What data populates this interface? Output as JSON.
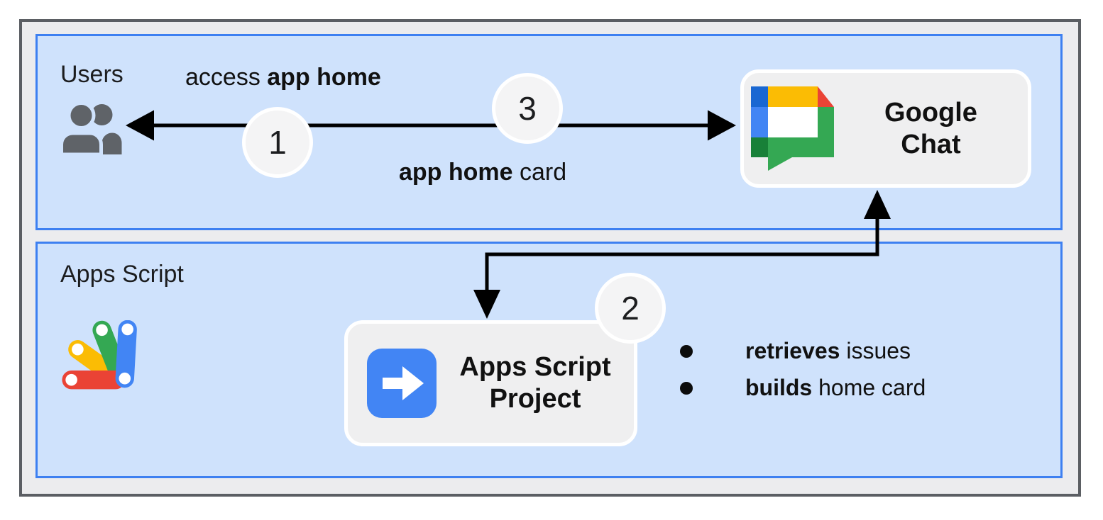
{
  "bands": {
    "users": {
      "label": "Users"
    },
    "apps_script": {
      "label": "Apps Script"
    }
  },
  "nodes": {
    "google_chat": {
      "label": "Google Chat"
    },
    "apps_script_project": {
      "label": "Apps Script Project"
    }
  },
  "edges": {
    "access": {
      "regular": "access ",
      "bold": "app home"
    },
    "card": {
      "bold": "app home",
      "regular": " card"
    }
  },
  "steps": {
    "one": "1",
    "two": "2",
    "three": "3"
  },
  "bullets": [
    {
      "bold": "retrieves",
      "regular": " issues"
    },
    {
      "bold": "builds",
      "regular": " home card"
    }
  ],
  "icons": {
    "users": "people-icon",
    "google_chat": "google-chat-logo",
    "apps_script": "apps-script-logo",
    "apps_script_project": "blue-right-arrow-icon"
  },
  "colors": {
    "band_fill": "#cfe2fc",
    "band_border": "#3e80f1",
    "frame_fill": "#ececee",
    "frame_border": "#5b5e63",
    "node_fill": "#efeff0",
    "node_border": "#ffffff",
    "circle_fill": "#f4f4f5",
    "arrow": "#000000",
    "google_blue": "#4285f4",
    "google_dark_blue": "#1967d2",
    "google_green": "#34a853",
    "google_dark_green": "#188038",
    "google_yellow": "#fbbc04",
    "google_red": "#ea4335",
    "users_icon_gray": "#5f6368"
  }
}
